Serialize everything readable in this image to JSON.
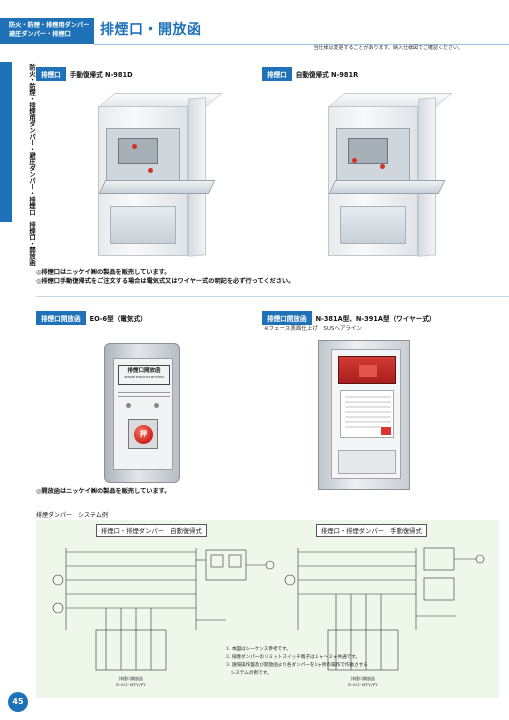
{
  "header": {
    "tag_line1": "防火・防煙・排煙用ダンパー",
    "tag_line2": "避圧ダンパー・排煙口",
    "title": "排煙口・開放函",
    "note": "当仕様は変更することがあります。納入仕様図でご確認ください。"
  },
  "side": {
    "text": "防火・防煙・排煙用ダンパー・避圧ダンパー・排煙口　排煙口・開放函"
  },
  "products_top": [
    {
      "tag": "排煙口",
      "name": "手動復帰式 N-981D"
    },
    {
      "tag": "排煙口",
      "name": "自動復帰式 N-981R"
    }
  ],
  "notes_top": [
    "◎排煙口はニッケイ㈱の製品を販売しています。",
    "◎排煙口手動復帰式をご注文する場合は電気式又はワイヤー式の明記を必ず行ってください。"
  ],
  "products_bottom": [
    {
      "tag": "排煙口開放函",
      "name": "EO-6型（電気式）"
    },
    {
      "tag": "排煙口開放函",
      "name": "N-381A型、N-391A型（ワイヤー式）",
      "sub": "※フェース表面仕上げ　SUSヘアライン"
    }
  ],
  "eo_panel": {
    "title": "排煙口開放函",
    "subtitle": "SMOKE EXHAUST BUTTON",
    "button": "押"
  },
  "notes_bottom": [
    "◎開放函はニッケイ㈱の製品を販売しています。"
  ],
  "system": {
    "caption": "排煙ダンパー　システム例",
    "left_title": "排煙口・排煙ダンパー　自動復帰式",
    "right_title": "排煙口・排煙ダンパー　手動復帰式",
    "notes": [
      "1. 本図はシーケンス参考です。",
      "2. 排煙ダンパーのリミットスイッチ端子は１ヶ～２ヶ共通です。",
      "3. 遠隔操作盤及び開放函より各ダンパーを1ヶ所の操作で作動させる",
      "　システムの例です。"
    ],
    "left_sub": [
      "排煙口開放函",
      "E-021-MTV/FY"
    ],
    "right_sub": [
      "排煙口開放函",
      "E-021-MTV/FY"
    ]
  },
  "page": {
    "number": "45"
  }
}
